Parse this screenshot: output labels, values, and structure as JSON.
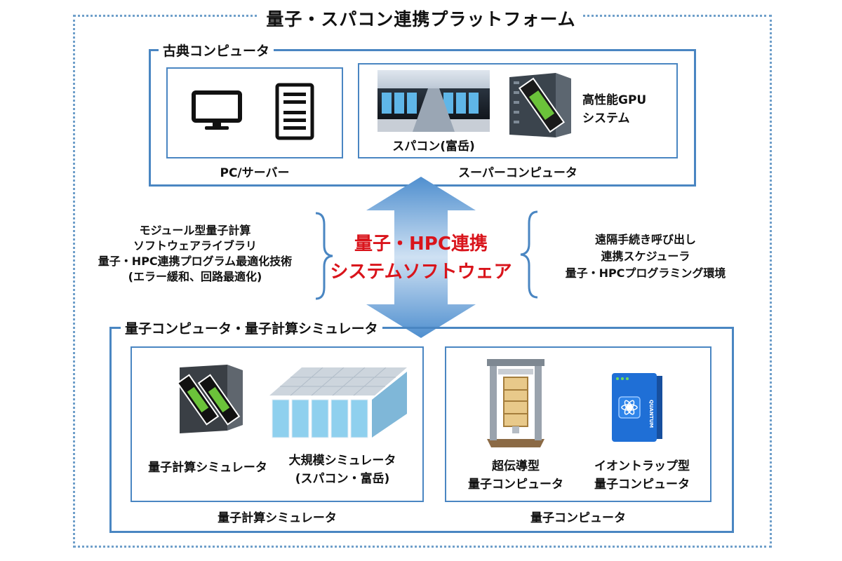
{
  "title": "量子・スパコン連携プラットフォーム",
  "classical": {
    "title": "古典コンピュータ",
    "pc_label": "PC/サーバー",
    "super_label": "スーパーコンピュータ",
    "supercomputer_label": "スパコン(富岳)",
    "gpu_label": [
      "高性能GPU",
      "システム"
    ]
  },
  "center": {
    "lines": [
      "量子・HPC連携",
      "システムソフトウェア"
    ],
    "color": "#d9141b"
  },
  "left_notes": [
    "モジュール型量子計算",
    "ソフトウェアライブラリ",
    "量子・HPC連携プログラム最適化技術",
    "(エラー緩和、回路最適化)"
  ],
  "right_notes": [
    "遠隔手続き呼び出し",
    "連携スケジューラ",
    "量子・HPCプログラミング環境"
  ],
  "quantum": {
    "title": "量子コンピュータ・量子計算シミュレータ",
    "simulator_box_label": "量子計算シミュレータ",
    "qc_box_label": "量子コンピュータ",
    "sim_label": "量子計算シミュレータ",
    "large_sim_label": [
      "大規模シミュレータ",
      "(スパコン・富岳)"
    ],
    "superconducting_label": [
      "超伝導型",
      "量子コンピュータ"
    ],
    "iontrap_label": [
      "イオントラップ型",
      "量子コンピュータ"
    ],
    "quantum_badge": "QUANTUM"
  },
  "colors": {
    "border": "#4a86c2",
    "arrow": "#4f8fcf",
    "outer": "#6f9fca"
  }
}
